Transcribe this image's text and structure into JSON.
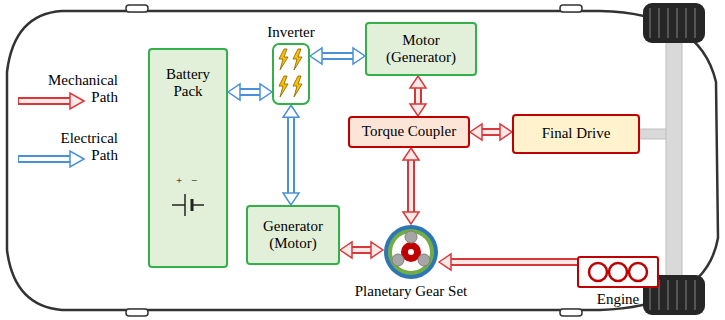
{
  "diagram": {
    "nodes": [
      {
        "text": [
          "Battery Pack"
        ]
      },
      {
        "text": [
          "Inverter"
        ]
      },
      {
        "text": [
          "Motor (Generator)"
        ]
      },
      {
        "text": [
          "Torque Coupler"
        ]
      },
      {
        "text": [
          "Final Drive"
        ]
      },
      {
        "text": [
          "Generator (Motor)"
        ]
      },
      {
        "text": [
          "Planetary Gear Set"
        ]
      },
      {
        "text": [
          "Engine"
        ]
      }
    ],
    "edges": [
      {
        "from": 0,
        "to": 1,
        "arrow": "both"
      },
      {
        "from": 1,
        "to": 2,
        "arrow": "both"
      },
      {
        "from": 1,
        "to": 5,
        "arrow": "both"
      },
      {
        "from": 2,
        "to": 3,
        "arrow": "both"
      },
      {
        "from": 3,
        "to": 4,
        "arrow": "both"
      },
      {
        "from": 6,
        "to": 3,
        "arrow": "both"
      },
      {
        "from": 5,
        "to": 6,
        "arrow": "both"
      },
      {
        "from": 7,
        "to": 6,
        "arrow": "to"
      }
    ],
    "labels": [
      "+",
      "−"
    ],
    "legend": [
      {
        "text": "Mechanical Path"
      },
      {
        "text": "Electrical Path"
      }
    ]
  }
}
